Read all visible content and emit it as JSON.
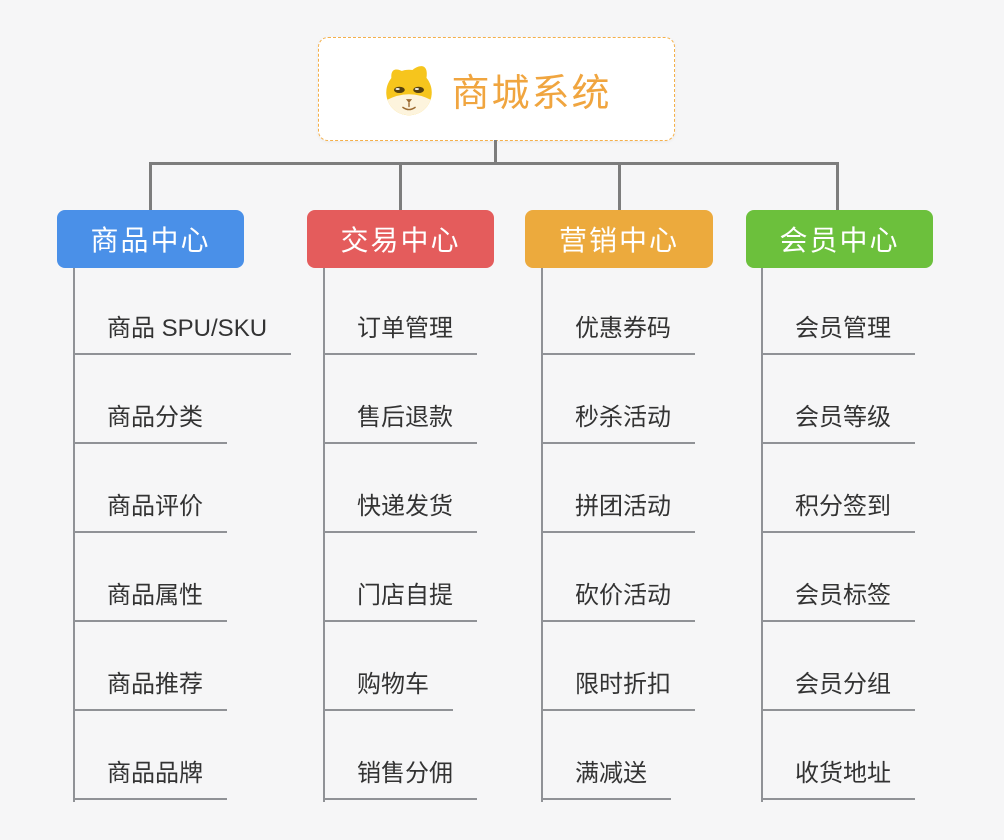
{
  "colors": {
    "background": "#f6f6f7",
    "connector": "#7d7d7d",
    "leaf_line": "#909296",
    "leaf_text": "#333333",
    "root_text": "#f0a53f",
    "root_border": "#f5b04a",
    "branch_text": "#ffffff"
  },
  "root": {
    "label": "商城系统",
    "icon": "dog-face-icon"
  },
  "branches": [
    {
      "id": "product-center",
      "label": "商品中心",
      "color": "#4a90e8",
      "items": [
        "商品 SPU/SKU",
        "商品分类",
        "商品评价",
        "商品属性",
        "商品推荐",
        "商品品牌"
      ]
    },
    {
      "id": "trade-center",
      "label": "交易中心",
      "color": "#e45c5c",
      "items": [
        "订单管理",
        "售后退款",
        "快递发货",
        "门店自提",
        "购物车",
        "销售分佣"
      ]
    },
    {
      "id": "marketing-center",
      "label": "营销中心",
      "color": "#ecaa3d",
      "items": [
        "优惠券码",
        "秒杀活动",
        "拼团活动",
        "砍价活动",
        "限时折扣",
        "满减送"
      ]
    },
    {
      "id": "member-center",
      "label": "会员中心",
      "color": "#6cc03c",
      "items": [
        "会员管理",
        "会员等级",
        "积分签到",
        "会员标签",
        "会员分组",
        "收货地址"
      ]
    }
  ]
}
